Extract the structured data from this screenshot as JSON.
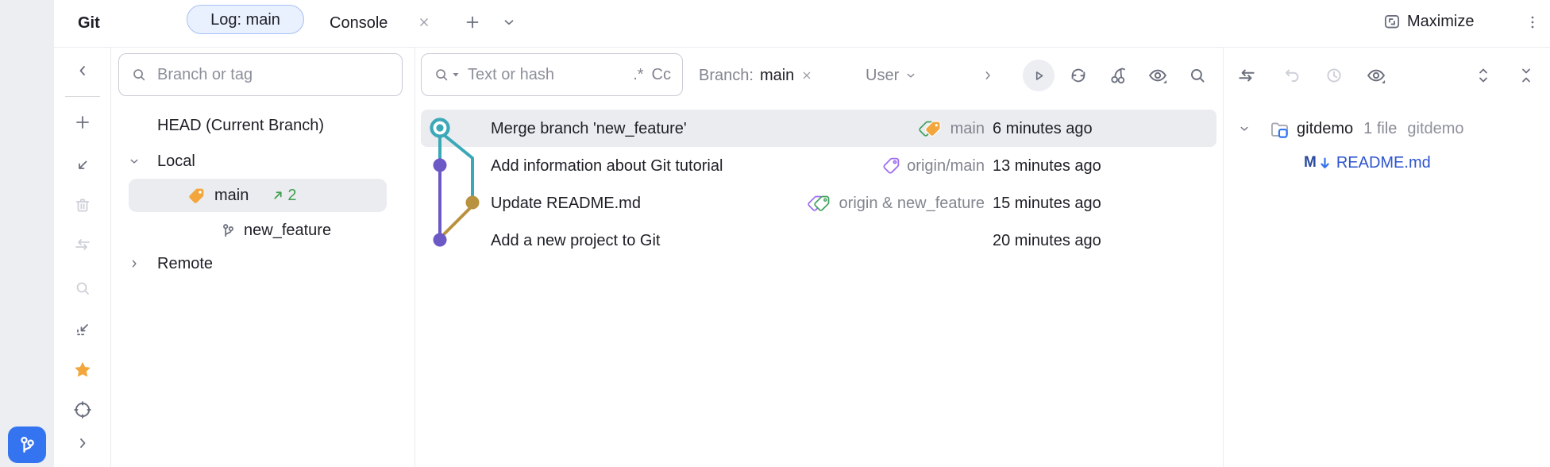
{
  "window": {
    "tool_label": "Git",
    "tabs": {
      "log": "Log: main",
      "console": "Console"
    },
    "maximize_label": "Maximize"
  },
  "branch_panel": {
    "search_placeholder": "Branch or tag",
    "head_label": "HEAD (Current Branch)",
    "local_label": "Local",
    "remote_label": "Remote",
    "main": {
      "name": "main",
      "ahead": "2"
    },
    "feature": {
      "name": "new_feature"
    }
  },
  "log_panel": {
    "search_placeholder": "Text or hash",
    "regex_toggle": ".*",
    "match_case_toggle": "Cc",
    "filters": {
      "branch_label": "Branch:",
      "branch_value": "main",
      "user_label": "User"
    },
    "commits": [
      {
        "subject": "Merge branch 'new_feature'",
        "ref": "main",
        "time": "6 minutes ago"
      },
      {
        "subject": "Add information about Git tutorial",
        "ref": "origin/main",
        "time": "13 minutes ago"
      },
      {
        "subject": "Update README.md",
        "ref": "origin & new_feature",
        "time": "15 minutes ago"
      },
      {
        "subject": "Add a new project to Git",
        "ref": "",
        "time": "20 minutes ago"
      }
    ]
  },
  "details_panel": {
    "root": {
      "name": "gitdemo",
      "count": "1 file",
      "module": "gitdemo"
    },
    "file": {
      "badge": "M",
      "name": "README.md"
    }
  },
  "colors": {
    "accent_blue": "#3574F0",
    "graph_teal": "#3BA8B8",
    "graph_purple": "#6D59C6",
    "graph_gold": "#B8923E",
    "tag_orange": "#F2A63C",
    "tag_green": "#40A05C",
    "tag_purple": "#9B6CF2",
    "ahead_green": "#3E9E4E",
    "selection_gray": "#EBECF0",
    "file_link_blue": "#2E55CF",
    "star_yellow": "#F2A63C"
  }
}
